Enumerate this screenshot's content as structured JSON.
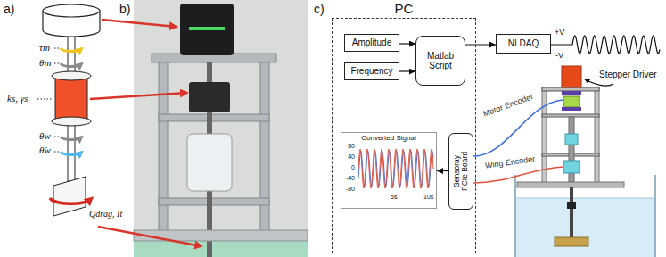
{
  "diagram": {
    "nodes": [
      {
        "text": [
          "PC"
        ]
      },
      {
        "text": [
          "Amplitude"
        ],
        "in": 0
      },
      {
        "text": [
          "Frequency"
        ],
        "in": 0
      },
      {
        "text": [
          "Matlab Script"
        ],
        "in": 0
      },
      {
        "text": [
          "Converted Signal"
        ],
        "in": 0
      },
      {
        "text": [
          "Sensoray PCIe Board"
        ],
        "in": 0
      },
      {
        "text": [
          "NI DAQ"
        ]
      }
    ],
    "edges": [
      {
        "from": 1,
        "to": 3,
        "arrow": "to"
      },
      {
        "from": 2,
        "to": 3,
        "arrow": "to"
      },
      {
        "from": 3,
        "to": 6,
        "arrow": "to"
      },
      {
        "from": 5,
        "to": 4,
        "arrow": "to"
      }
    ],
    "labels": [
      "a)",
      "b)",
      "c)",
      "τm",
      "θm",
      "ks, γs",
      "θw",
      "θ̇w",
      "Qdrag, It",
      "+V",
      "-V",
      "Stepper Driver",
      "Motor Encoder",
      "Wing Encoder",
      "80",
      "40",
      "0",
      "-40",
      "-80",
      "5s",
      "10s"
    ]
  }
}
